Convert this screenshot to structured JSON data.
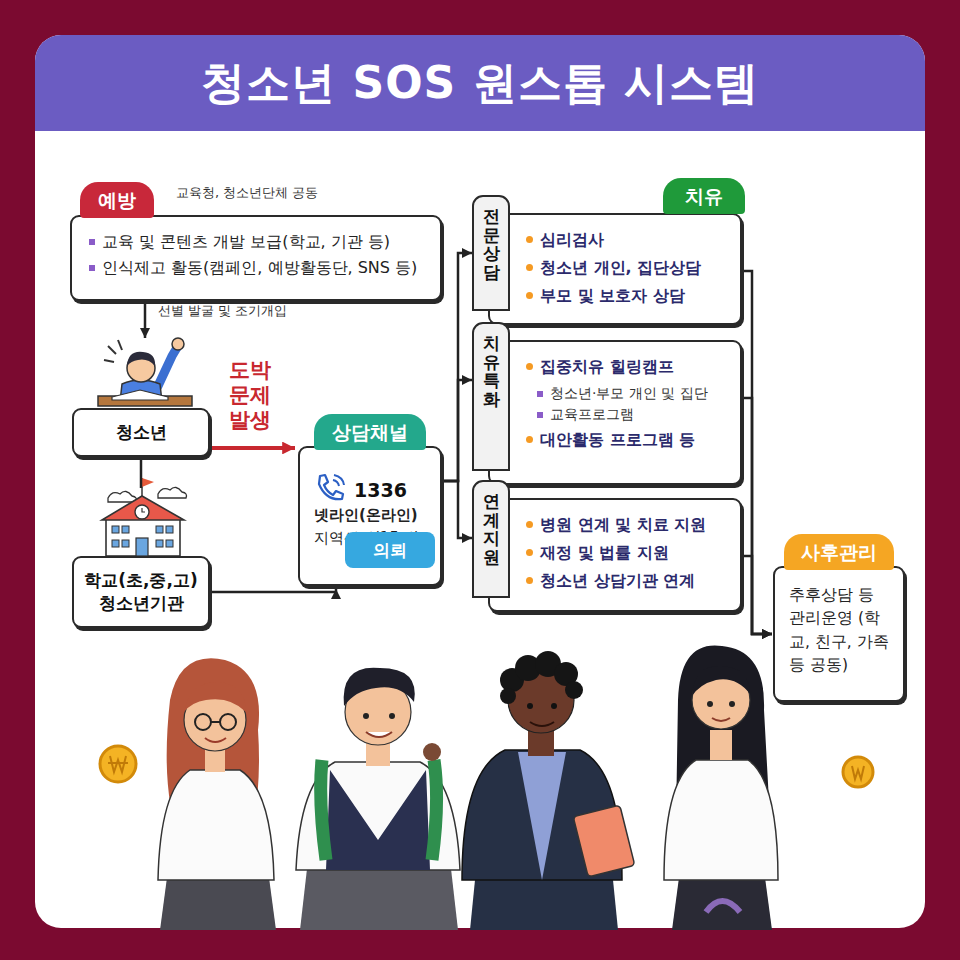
{
  "diagram": {
    "title": "청소년 SOS 원스톱 시스템",
    "nodes": [
      {
        "text": [
          "예방",
          "교육 및 콘텐츠 개발 보급(학교, 기관 등)",
          "인식제고 활동(캠페인, 예방활동단, SNS 등)"
        ]
      },
      {
        "text": [
          "청소년"
        ]
      },
      {
        "text": [
          "학교(초,중,고) 청소년기관"
        ]
      },
      {
        "text": [
          "상담채널",
          "1336",
          "넷라인(온라인)",
          "지역센터(15개)"
        ]
      },
      {
        "text": [
          "전문상담",
          "심리검사",
          "청소년 개인, 집단상담",
          "부모 및 보호자 상담"
        ]
      },
      {
        "text": [
          "치유특화",
          "집중치유 힐링캠프",
          "청소년·부모 개인 및 집단",
          "교육프로그램",
          "대안활동 프로그램 등"
        ]
      },
      {
        "text": [
          "연계지원",
          "병원 연계 및 치료 지원",
          "재정 및 법률 지원",
          "청소년 상담기관 연계"
        ]
      },
      {
        "text": [
          "사후관리",
          "추후상담 등 관리운영 (학교, 친구, 가족 등 공동)"
        ]
      }
    ],
    "edges": [
      {
        "from": 0,
        "to": 1,
        "label": "선별 발굴 및 조기개입",
        "arrow": "to"
      },
      {
        "from": 1,
        "to": 2,
        "arrow": "none"
      },
      {
        "from": 1,
        "to": 3,
        "label": "도박 문제 발생",
        "arrow": "to"
      },
      {
        "from": 2,
        "to": 3,
        "label": "의뢰",
        "arrow": "to"
      },
      {
        "from": 3,
        "to": 4,
        "arrow": "to"
      },
      {
        "from": 3,
        "to": 5,
        "arrow": "to"
      },
      {
        "from": 3,
        "to": 6,
        "arrow": "to"
      },
      {
        "from": 4,
        "to": 7,
        "arrow": "to"
      },
      {
        "from": 5,
        "to": 7,
        "arrow": "to"
      },
      {
        "from": 6,
        "to": 7,
        "arrow": "to"
      }
    ],
    "labels": [
      "교육청, 청소년단체 공동",
      "치유"
    ]
  }
}
